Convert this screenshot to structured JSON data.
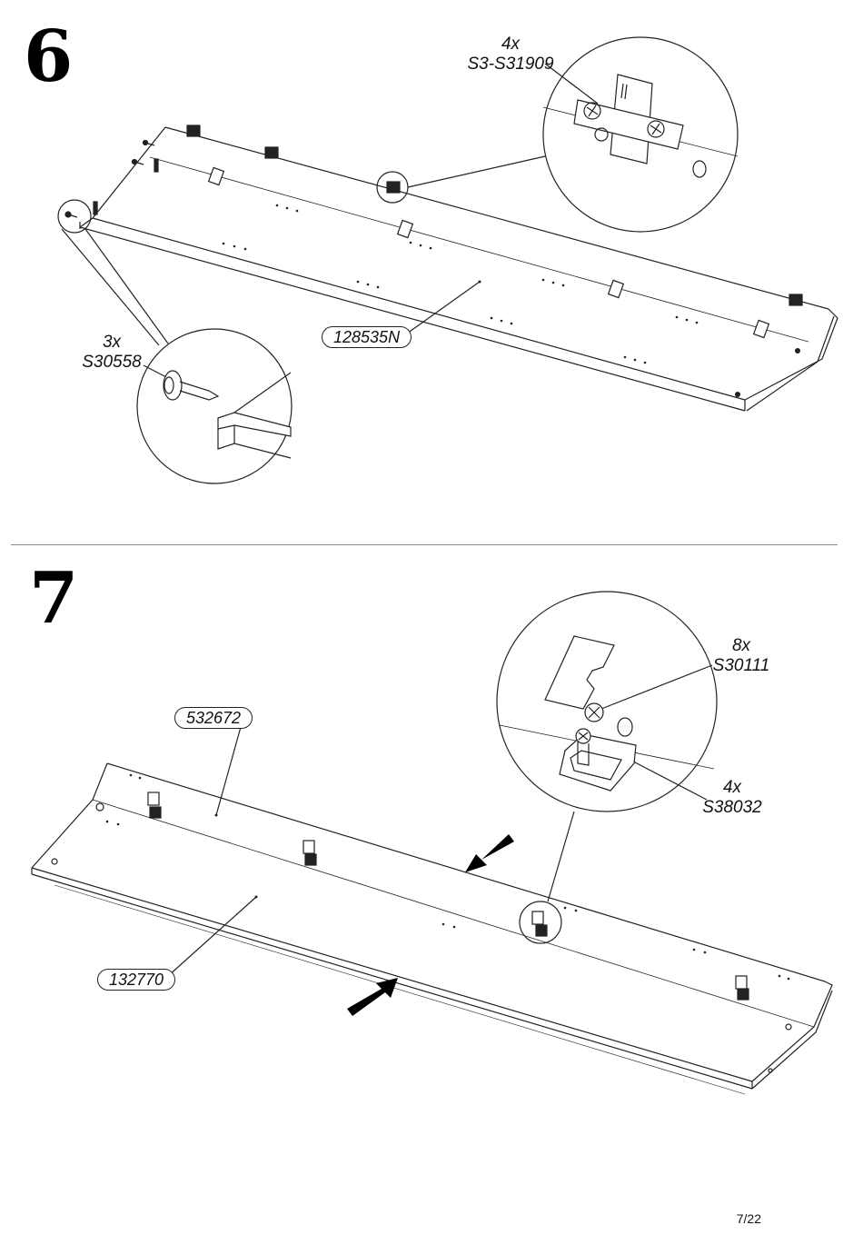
{
  "page_number": "7/22",
  "step6": {
    "number": "6",
    "callouts": [
      {
        "qty": "4x",
        "code": "S3-S31909"
      },
      {
        "qty": "3x",
        "code": "S30558"
      }
    ],
    "part_label": "128535N"
  },
  "step7": {
    "number": "7",
    "callouts": [
      {
        "qty": "8x",
        "code": "S30111"
      },
      {
        "qty": "4x",
        "code": "S38032"
      }
    ],
    "part_labels": [
      "532672",
      "132770"
    ]
  }
}
